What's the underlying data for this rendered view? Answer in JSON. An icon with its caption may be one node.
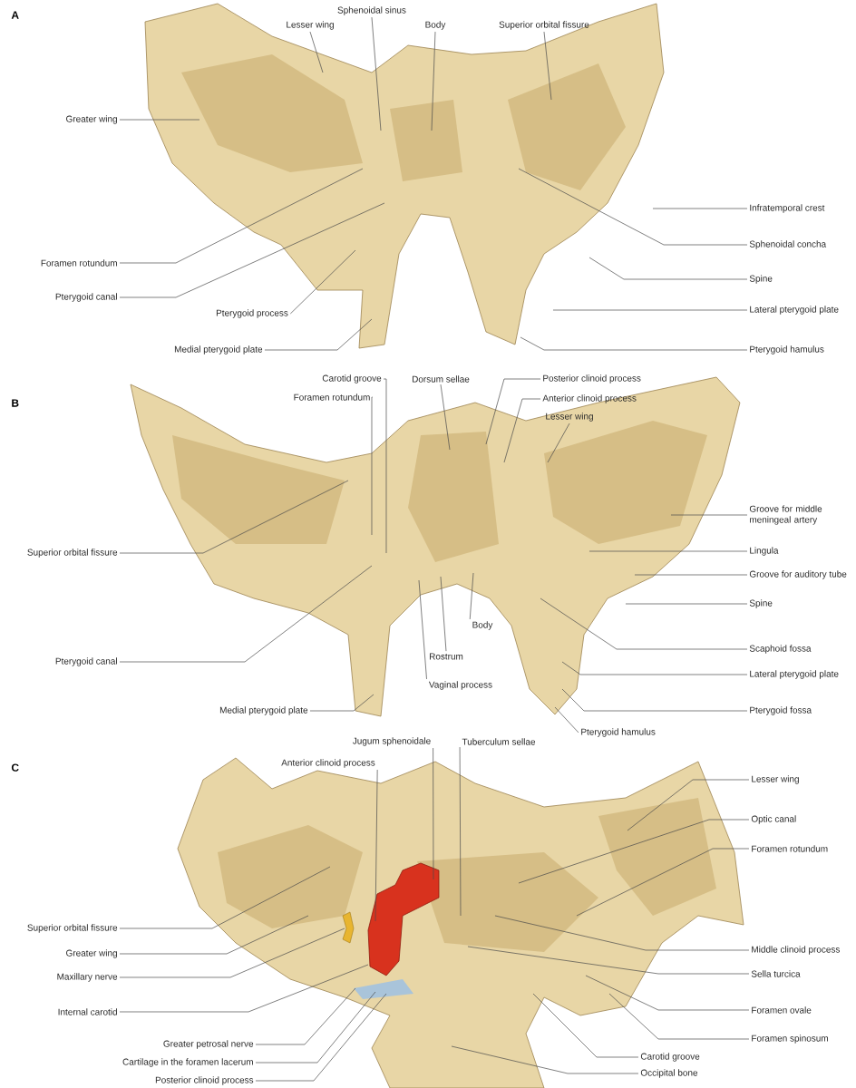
{
  "diagram": {
    "nodes": [
      {
        "text": [
          "Lesser wing"
        ]
      },
      {
        "text": [
          "Sphenoidal sinus"
        ]
      },
      {
        "text": [
          "Body"
        ]
      },
      {
        "text": [
          "Superior orbital fissure"
        ]
      },
      {
        "text": [
          "Greater wing"
        ]
      },
      {
        "text": [
          "Foramen rotundum"
        ]
      },
      {
        "text": [
          "Pterygoid canal"
        ]
      },
      {
        "text": [
          "Pterygoid process"
        ]
      },
      {
        "text": [
          "Medial pterygoid plate"
        ]
      },
      {
        "text": [
          "Infratemporal crest"
        ]
      },
      {
        "text": [
          "Sphenoidal concha"
        ]
      },
      {
        "text": [
          "Spine"
        ]
      },
      {
        "text": [
          "Lateral pterygoid plate"
        ]
      },
      {
        "text": [
          "Pterygoid hamulus"
        ]
      },
      {
        "text": [
          "Carotid groove"
        ]
      },
      {
        "text": [
          "Foramen rotundum"
        ]
      },
      {
        "text": [
          "Dorsum sellae"
        ]
      },
      {
        "text": [
          "Posterior clinoid process"
        ]
      },
      {
        "text": [
          "Anterior clinoid process"
        ]
      },
      {
        "text": [
          "Lesser wing"
        ]
      },
      {
        "text": [
          "Groove for middle meningeal artery"
        ]
      },
      {
        "text": [
          "Lingula"
        ]
      },
      {
        "text": [
          "Groove for auditory tube"
        ]
      },
      {
        "text": [
          "Spine"
        ]
      },
      {
        "text": [
          "Scaphoid fossa"
        ]
      },
      {
        "text": [
          "Lateral pterygoid plate"
        ]
      },
      {
        "text": [
          "Superior orbital fissure"
        ]
      },
      {
        "text": [
          "Pterygoid canal"
        ]
      },
      {
        "text": [
          "Body"
        ]
      },
      {
        "text": [
          "Rostrum"
        ]
      },
      {
        "text": [
          "Vaginal process"
        ]
      },
      {
        "text": [
          "Medial pterygoid plate"
        ]
      },
      {
        "text": [
          "Pterygoid hamulus"
        ]
      },
      {
        "text": [
          "Pterygoid fossa"
        ]
      },
      {
        "text": [
          "Jugum sphenoidale"
        ]
      },
      {
        "text": [
          "Tuberculum sellae"
        ]
      },
      {
        "text": [
          "Anterior clinoid process"
        ]
      },
      {
        "text": [
          "Lesser wing"
        ]
      },
      {
        "text": [
          "Optic canal"
        ]
      },
      {
        "text": [
          "Foramen rotundum"
        ]
      },
      {
        "text": [
          "Middle clinoid process"
        ]
      },
      {
        "text": [
          "Sella turcica"
        ]
      },
      {
        "text": [
          "Foramen ovale"
        ]
      },
      {
        "text": [
          "Foramen spinosum"
        ]
      },
      {
        "text": [
          "Carotid groove"
        ]
      },
      {
        "text": [
          "Occipital bone"
        ]
      },
      {
        "text": [
          "Superior orbital fissure"
        ]
      },
      {
        "text": [
          "Greater wing"
        ]
      },
      {
        "text": [
          "Maxillary nerve"
        ]
      },
      {
        "text": [
          "Internal carotid"
        ]
      },
      {
        "text": [
          "Greater petrosal nerve"
        ]
      },
      {
        "text": [
          "Cartilage in the foramen lacerum"
        ]
      },
      {
        "text": [
          "Posterior clinoid process"
        ]
      }
    ],
    "edges": [
      {
        "from": 0,
        "to": null,
        "arrow": "none"
      },
      {
        "from": 1,
        "to": null,
        "arrow": "none"
      },
      {
        "from": 2,
        "to": null,
        "arrow": "none"
      },
      {
        "from": 3,
        "to": null,
        "arrow": "none"
      },
      {
        "from": 4,
        "to": null,
        "arrow": "none"
      },
      {
        "from": 5,
        "to": null,
        "arrow": "none"
      },
      {
        "from": 6,
        "to": null,
        "arrow": "none"
      },
      {
        "from": 7,
        "to": null,
        "arrow": "none"
      },
      {
        "from": 8,
        "to": null,
        "arrow": "none"
      },
      {
        "from": 9,
        "to": null,
        "arrow": "none"
      },
      {
        "from": 10,
        "to": null,
        "arrow": "none"
      },
      {
        "from": 11,
        "to": null,
        "arrow": "none"
      },
      {
        "from": 12,
        "to": null,
        "arrow": "none"
      },
      {
        "from": 13,
        "to": null,
        "arrow": "none"
      },
      {
        "from": 14,
        "to": null,
        "arrow": "none"
      },
      {
        "from": 15,
        "to": null,
        "arrow": "none"
      },
      {
        "from": 16,
        "to": null,
        "arrow": "none"
      },
      {
        "from": 17,
        "to": null,
        "arrow": "none"
      },
      {
        "from": 18,
        "to": null,
        "arrow": "none"
      },
      {
        "from": 19,
        "to": null,
        "arrow": "none"
      },
      {
        "from": 20,
        "to": null,
        "arrow": "none"
      },
      {
        "from": 21,
        "to": null,
        "arrow": "none"
      },
      {
        "from": 22,
        "to": null,
        "arrow": "none"
      },
      {
        "from": 23,
        "to": null,
        "arrow": "none"
      },
      {
        "from": 24,
        "to": null,
        "arrow": "none"
      },
      {
        "from": 25,
        "to": null,
        "arrow": "none"
      },
      {
        "from": 26,
        "to": null,
        "arrow": "none"
      },
      {
        "from": 27,
        "to": null,
        "arrow": "none"
      },
      {
        "from": 28,
        "to": null,
        "arrow": "none"
      },
      {
        "from": 29,
        "to": null,
        "arrow": "none"
      },
      {
        "from": 30,
        "to": null,
        "arrow": "none"
      },
      {
        "from": 31,
        "to": null,
        "arrow": "none"
      },
      {
        "from": 32,
        "to": null,
        "arrow": "none"
      },
      {
        "from": 33,
        "to": null,
        "arrow": "none"
      },
      {
        "from": 34,
        "to": null,
        "arrow": "none"
      },
      {
        "from": 35,
        "to": null,
        "arrow": "none"
      },
      {
        "from": 36,
        "to": null,
        "arrow": "none"
      },
      {
        "from": 37,
        "to": null,
        "arrow": "none"
      },
      {
        "from": 38,
        "to": null,
        "arrow": "none"
      },
      {
        "from": 39,
        "to": null,
        "arrow": "none"
      },
      {
        "from": 40,
        "to": null,
        "arrow": "none"
      },
      {
        "from": 41,
        "to": null,
        "arrow": "none"
      },
      {
        "from": 42,
        "to": null,
        "arrow": "none"
      },
      {
        "from": 43,
        "to": null,
        "arrow": "none"
      },
      {
        "from": 44,
        "to": null,
        "arrow": "none"
      },
      {
        "from": 45,
        "to": null,
        "arrow": "none"
      },
      {
        "from": 46,
        "to": null,
        "arrow": "none"
      },
      {
        "from": 47,
        "to": null,
        "arrow": "none"
      },
      {
        "from": 48,
        "to": null,
        "arrow": "none"
      },
      {
        "from": 49,
        "to": null,
        "arrow": "none"
      },
      {
        "from": 50,
        "to": null,
        "arrow": "none"
      },
      {
        "from": 51,
        "to": null,
        "arrow": "none"
      },
      {
        "from": 52,
        "to": null,
        "arrow": "none"
      }
    ],
    "labels": [
      "A",
      "B",
      "C"
    ]
  }
}
